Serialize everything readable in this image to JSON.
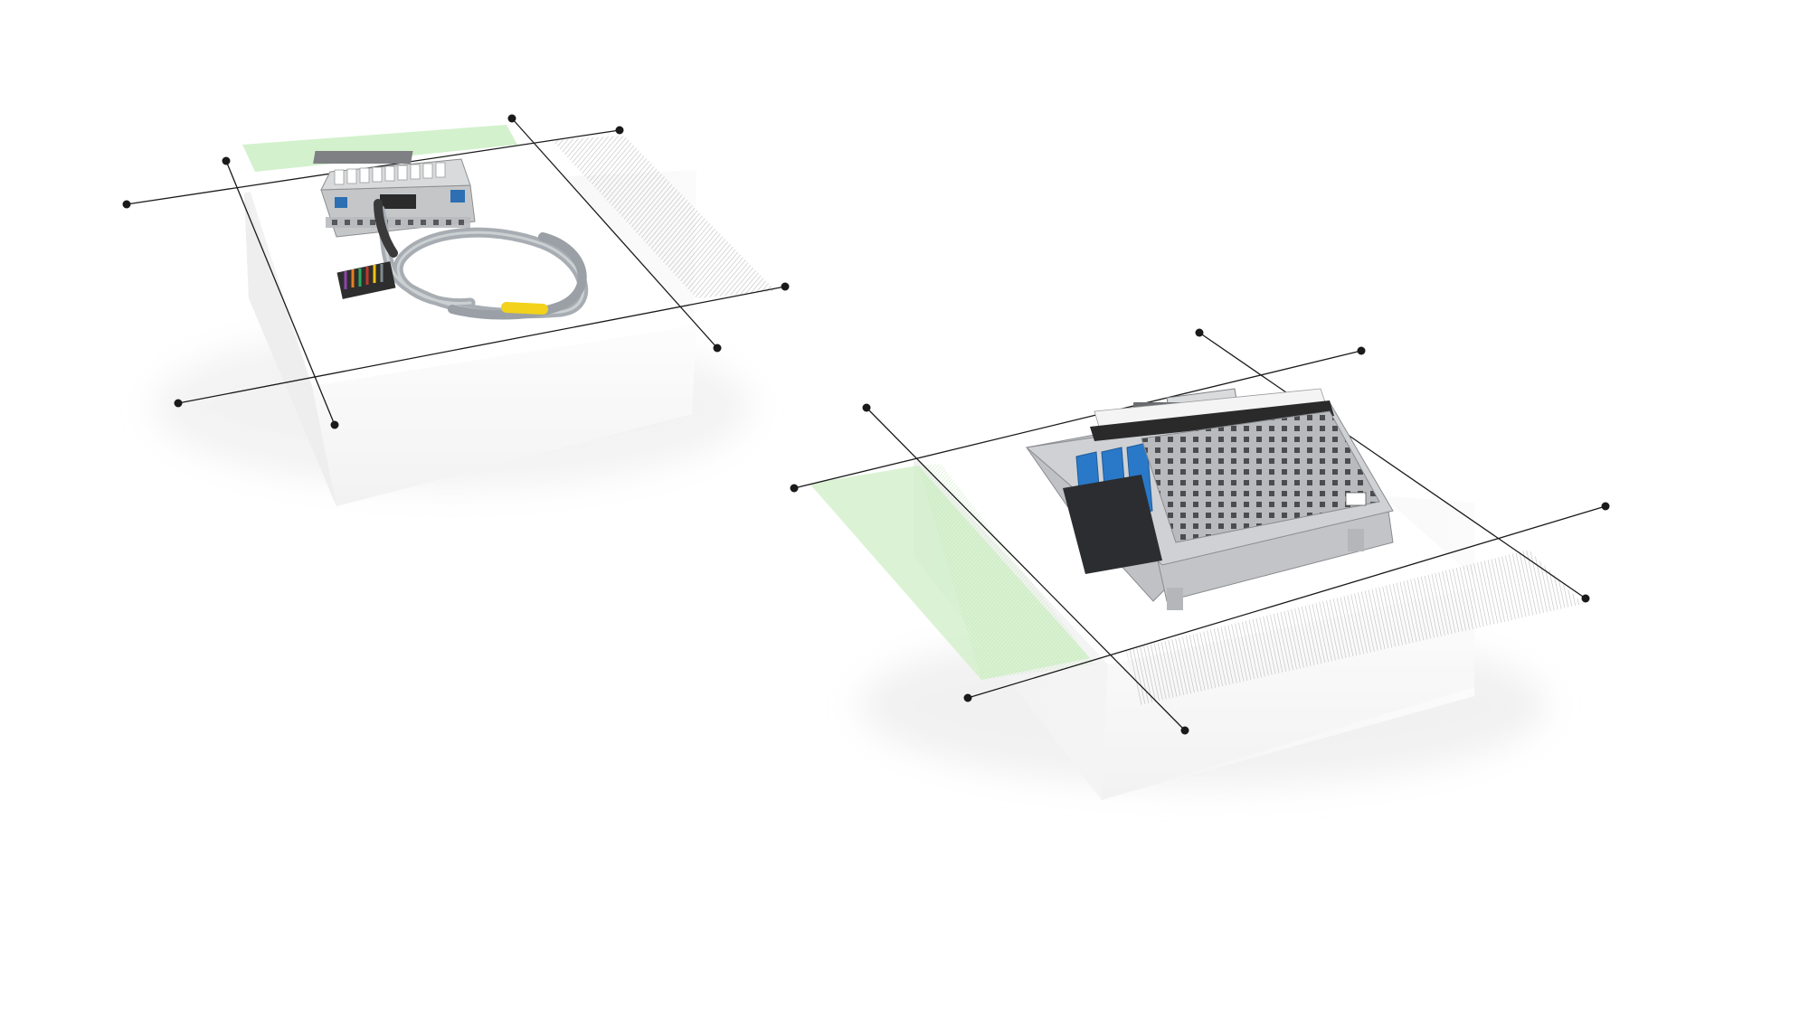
{
  "scene": {
    "background_color": "#ffffff",
    "platform_color": "#f5f5f5",
    "accent_green": "#c8ecc0",
    "hatch_color": "#8a8a8a",
    "guide_line_color": "#1a1a1a",
    "products": [
      {
        "name": "interface-module-with-cable",
        "icon": "terminal-module-with-round-cable",
        "cable_color": "#a7adb2",
        "marker_color": "#f2d21b"
      },
      {
        "name": "relay-terminal-block-module",
        "icon": "relay-interface-module",
        "relay_color": "#2a79c9",
        "housing_color": "#c9cbce"
      }
    ]
  }
}
